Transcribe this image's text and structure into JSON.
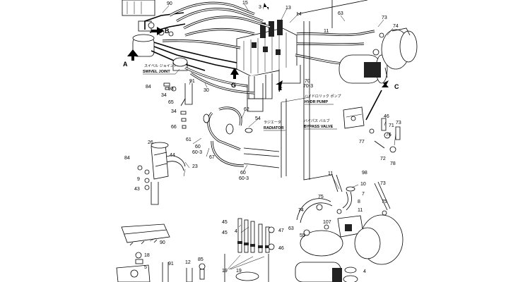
{
  "labels": {
    "swivel_joint": {
      "jp": "スイベル ジョイント",
      "en": "SWIVEL JOINT"
    },
    "hydr_pump": {
      "jp": "ハイドロリック ポンプ",
      "en": "HYDR PUMP"
    },
    "radiator": {
      "jp": "ラジエータ",
      "en": "RADIATOR"
    },
    "bypass_valve": {
      "jp": "バイパス バルブ",
      "en": "BYPASS VALVE"
    }
  },
  "view_arrows": [
    "A",
    "B",
    "C",
    "F",
    "G"
  ],
  "part_numbers": [
    "90",
    "15",
    "3",
    "13",
    "14",
    "11",
    "63",
    "73",
    "74",
    "70",
    "70-3",
    "84",
    "34",
    "93",
    "91",
    "30",
    "65",
    "62",
    "54",
    "67",
    "61",
    "60",
    "60-3",
    "60",
    "60-3",
    "34",
    "66",
    "46",
    "71",
    "73",
    "76",
    "77",
    "72",
    "78",
    "26",
    "84",
    "44",
    "23",
    "9",
    "43",
    "11",
    "98",
    "10",
    "75",
    "7",
    "8",
    "73",
    "74",
    "75",
    "45",
    "45",
    "4",
    "47",
    "46",
    "107",
    "11",
    "63",
    "55",
    "90",
    "18",
    "5",
    "12",
    "85",
    "91",
    "19",
    "19",
    "4"
  ],
  "colors": {
    "line": "#000000",
    "background": "#ffffff"
  }
}
